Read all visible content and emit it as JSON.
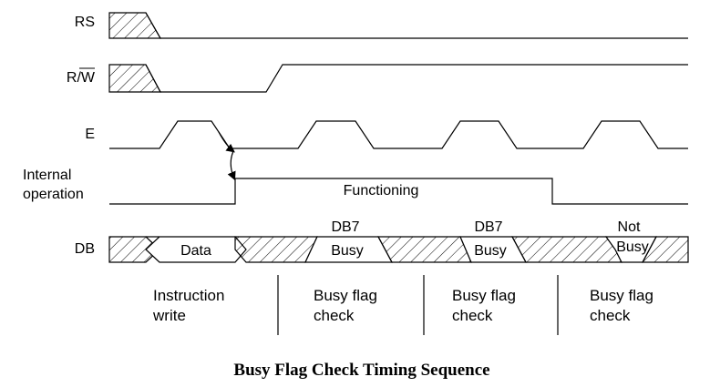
{
  "signals": {
    "rs": "RS",
    "rw": "R/W",
    "e": "E",
    "internal_line1": "Internal",
    "internal_line2": "operation",
    "db": "DB"
  },
  "internal_state": "Functioning",
  "db_values": {
    "data": "Data",
    "check1_top": "DB7",
    "check1_bottom": "Busy",
    "check2_top": "DB7",
    "check2_bottom": "Busy",
    "check3_top": "Not",
    "check3_bottom": "Busy"
  },
  "phases": [
    {
      "line1": "Instruction",
      "line2": "write"
    },
    {
      "line1": "Busy flag",
      "line2": "check"
    },
    {
      "line1": "Busy flag",
      "line2": "check"
    },
    {
      "line1": "Busy flag",
      "line2": "check"
    }
  ],
  "caption": "Busy Flag Check Timing Sequence"
}
